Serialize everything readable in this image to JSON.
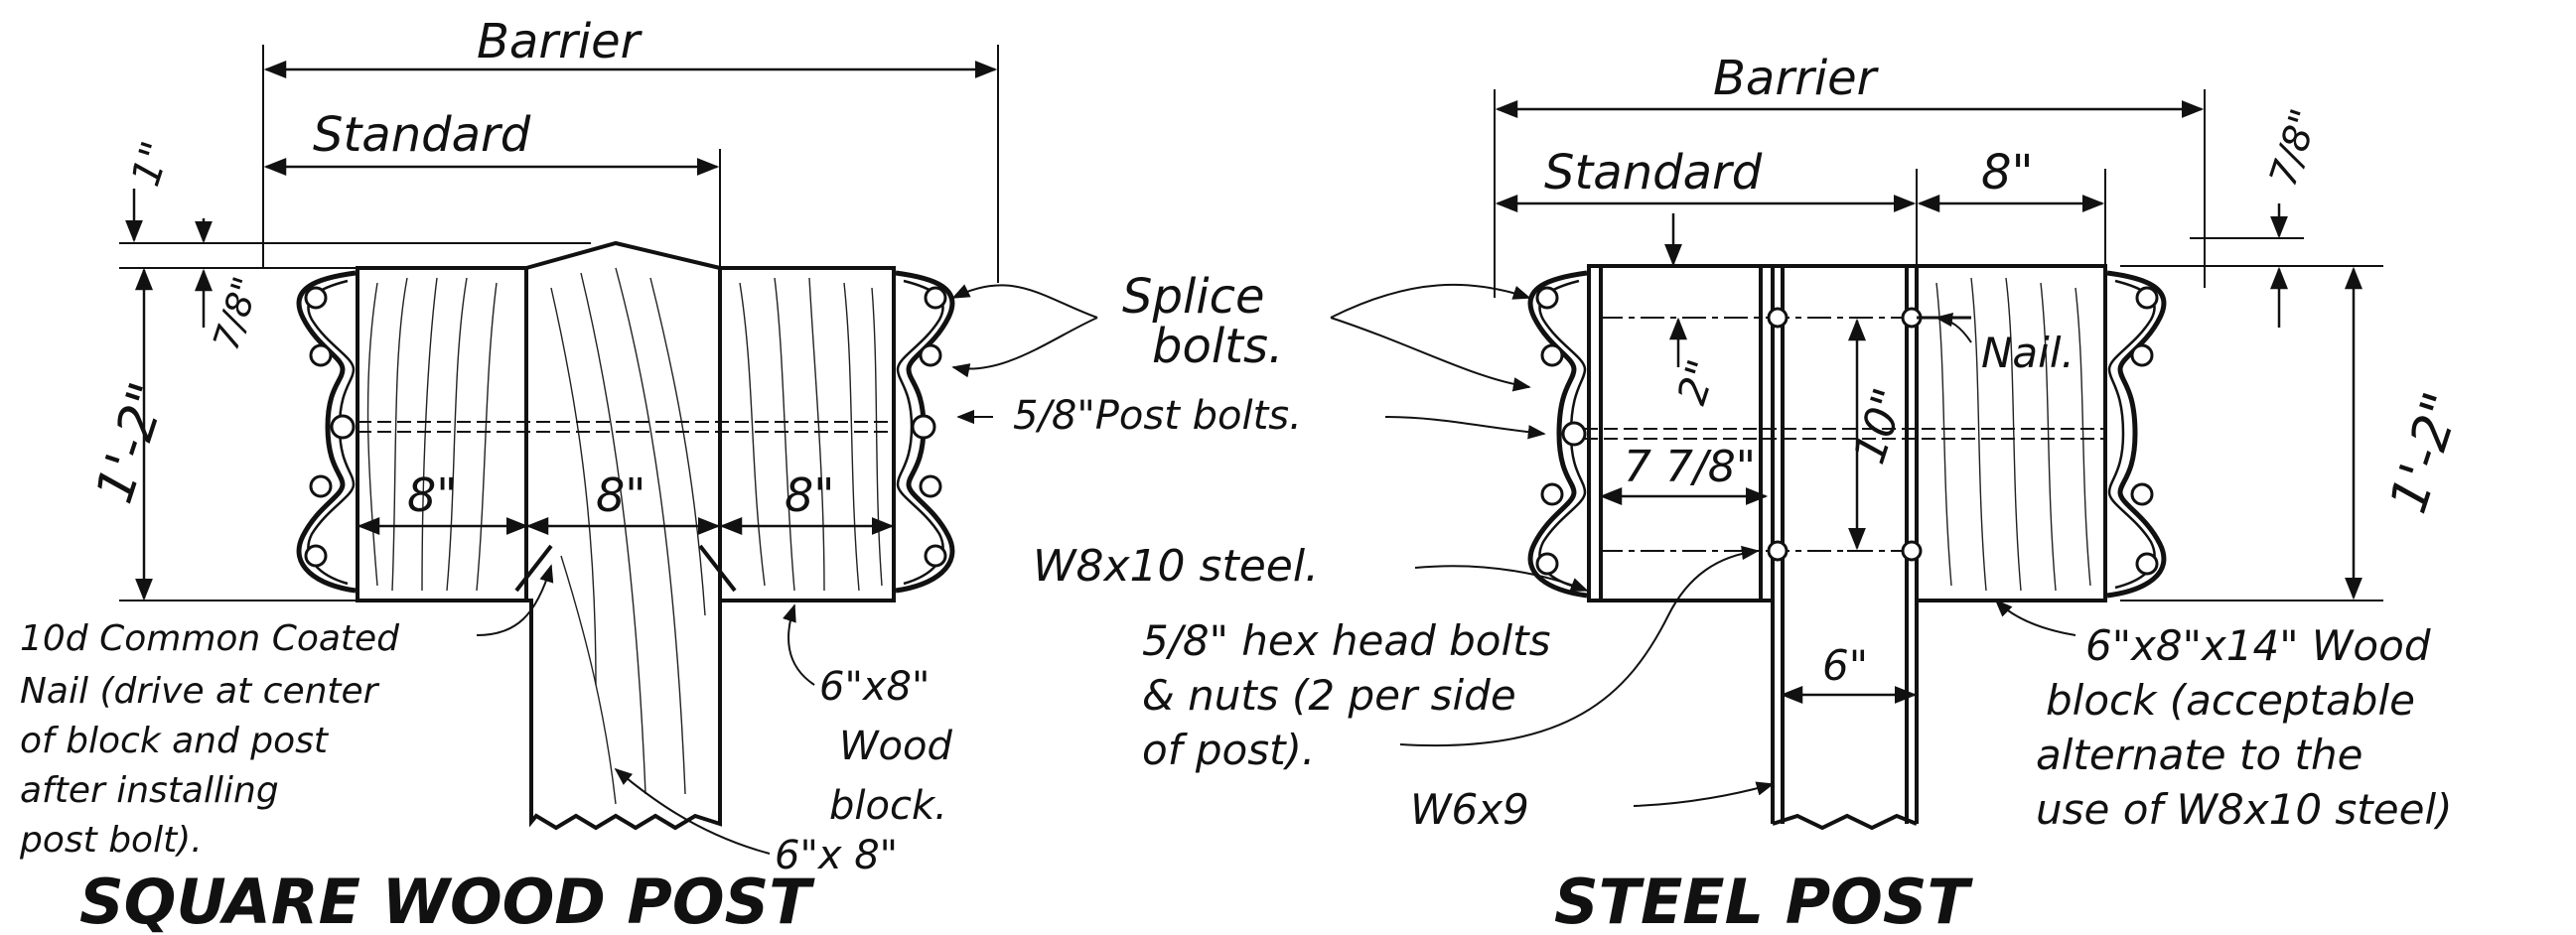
{
  "wood_post": {
    "dim_barrier": "Barrier",
    "dim_standard": "Standard",
    "dim_1in": "1\"",
    "dim_7_8": "7/8\"",
    "dim_1ft2": "1'-2\"",
    "dim_8a": "8\"",
    "dim_8b": "8\"",
    "dim_8c": "8\"",
    "nail_note": [
      "10d Common Coated",
      "Nail (drive at center",
      "of block and post",
      "after installing",
      "post bolt)."
    ],
    "block_note": [
      "6\"x8\"",
      "Wood",
      "block."
    ],
    "post_note": "6\"x 8\"",
    "title": "SQUARE  WOOD  POST"
  },
  "shared": {
    "splice_bolts": [
      "Splice",
      "bolts."
    ],
    "post_bolts": "5/8\"Post bolts."
  },
  "steel_post": {
    "dim_barrier": "Barrier",
    "dim_standard": "Standard",
    "dim_8": "8\"",
    "dim_7_8": "7/8\"",
    "dim_1ft2": "1'-2\"",
    "dim_2": "2\"",
    "dim_10": "10\"",
    "dim_7_7_8": "7 7/8\"",
    "dim_6": "6\"",
    "nail": "Nail.",
    "w8_label": "W8x10 steel.",
    "hex_note": [
      "5/8\" hex head bolts",
      "& nuts (2 per side",
      "of post)."
    ],
    "w6_label": "W6x9",
    "block_note": [
      "6\"x8\"x14\" Wood",
      "block (acceptable",
      "alternate to the",
      "use of W8x10 steel)"
    ],
    "title": "STEEL  POST"
  }
}
